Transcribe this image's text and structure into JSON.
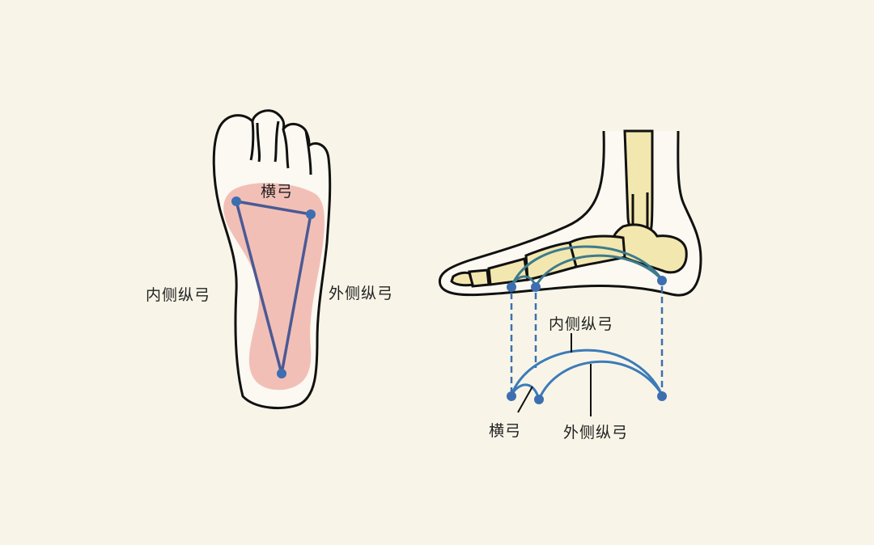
{
  "colors": {
    "background": "#f8f5e8",
    "outline": "#111111",
    "skin_fill": "#fbf9f1",
    "arch_area": "#f1b8b0",
    "bone_fill": "#f3e7b0",
    "arch_line_plantar": "#4a5a94",
    "arch_line_side": "#3d7bb8",
    "point": "#3d6fb0"
  },
  "plantar_view": {
    "labels": {
      "transverse_arch": "横弓",
      "medial_longitudinal_arch": "内侧纵弓",
      "lateral_longitudinal_arch": "外侧纵弓"
    }
  },
  "side_view": {
    "labels": {
      "medial_longitudinal_arch": "内侧纵弓",
      "transverse_arch": "横弓",
      "lateral_longitudinal_arch": "外侧纵弓"
    }
  }
}
